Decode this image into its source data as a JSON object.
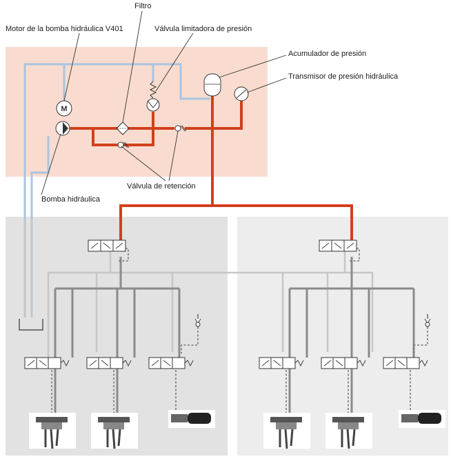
{
  "labels": {
    "filtro": "Filtro",
    "motor": "Motor de la bomba hidráulica V401",
    "valvula_limitadora": "Válvula limitadora de presión",
    "acumulador": "Acumulador de presión",
    "transmisor": "Transmisor de presión hidráulica",
    "valvula_retencion": "Válvula de retención",
    "bomba": "Bomba hidráulica",
    "motor_symbol": "M"
  },
  "colors": {
    "pressure_line": "#d2401c",
    "return_line": "#a9c5e0",
    "control_panel": "#f9dccf",
    "left_panel": "#e2e2e2",
    "right_panel": "#ededed"
  }
}
